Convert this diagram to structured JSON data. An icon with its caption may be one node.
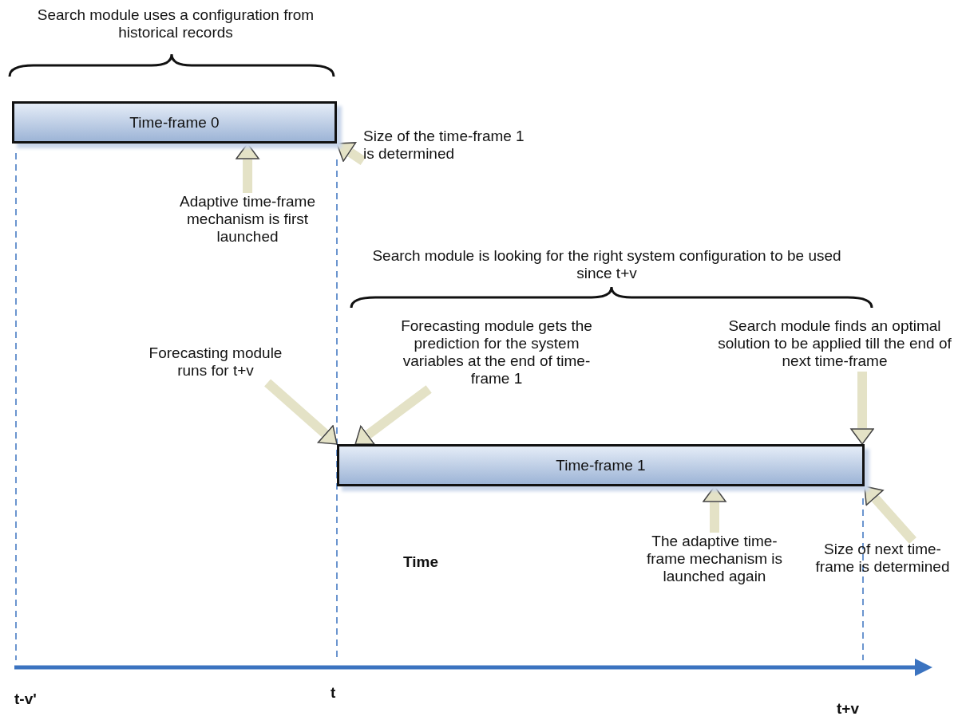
{
  "diagram": {
    "nodes": [
      {
        "text": [
          "Time-frame 0"
        ]
      },
      {
        "text": [
          "Adaptive time-frame mechanism is first launched"
        ]
      },
      {
        "text": [
          "Size of the time-frame 1 is determined"
        ]
      },
      {
        "text": [
          "Forecasting module runs for t+v"
        ]
      },
      {
        "text": [
          "Forecasting module gets the prediction for the system variables at the end of time-frame 1"
        ]
      },
      {
        "text": [
          "Search module finds an optimal solution to be applied till the end of next time-frame"
        ]
      },
      {
        "text": [
          "Time-frame 1"
        ]
      },
      {
        "text": [
          "The adaptive time-frame mechanism is launched again"
        ]
      },
      {
        "text": [
          "Size of next time-frame is determined"
        ]
      }
    ],
    "edges": [
      {
        "from": 1,
        "to": 0,
        "arrow": "to"
      },
      {
        "from": 2,
        "to": 0,
        "arrow": "to"
      },
      {
        "from": 3,
        "to": 6,
        "arrow": "to"
      },
      {
        "from": 4,
        "to": 6,
        "arrow": "to"
      },
      {
        "from": 5,
        "to": 6,
        "arrow": "to"
      },
      {
        "from": 7,
        "to": 6,
        "arrow": "to"
      },
      {
        "from": 8,
        "to": 6,
        "arrow": "to"
      }
    ],
    "labels": [
      "Search module uses a configuration from historical records",
      "Search module is looking for the right system configuration to be used since t+v",
      "Time",
      "t-v'",
      "t",
      "t+v"
    ]
  }
}
